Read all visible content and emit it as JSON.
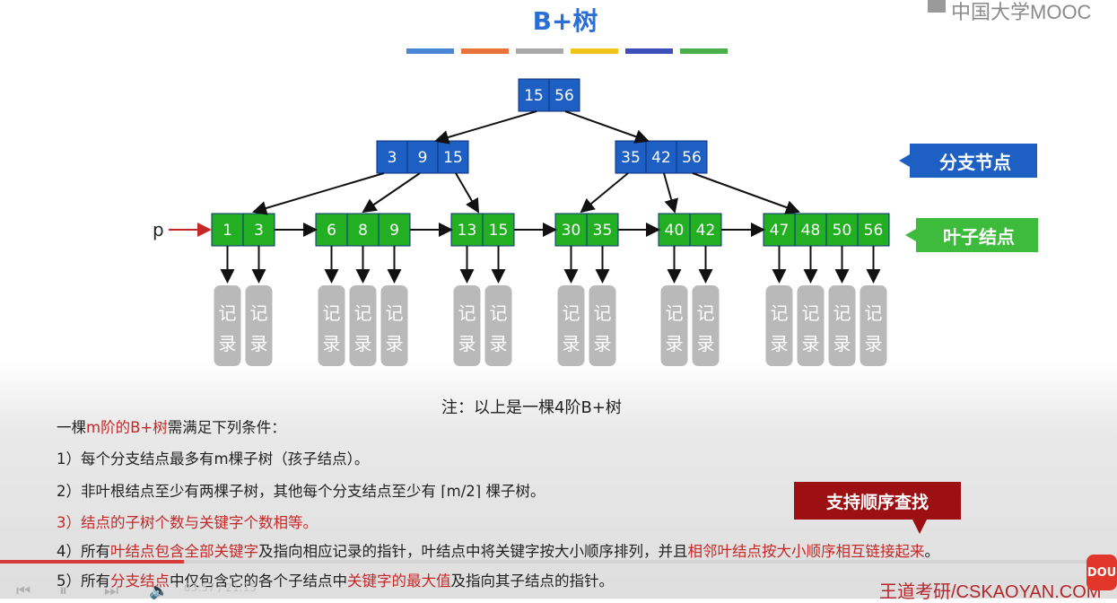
{
  "title": "B+树",
  "logo_text": "中国大学MOOC",
  "color_bar": [
    "#4a86d6",
    "#e8733a",
    "#a8a8a8",
    "#f0c419",
    "#3d4fb8",
    "#4aaf4a"
  ],
  "tree": {
    "root": [
      "15",
      "56"
    ],
    "branches": [
      [
        "3",
        "9",
        "15"
      ],
      [
        "35",
        "42",
        "56"
      ]
    ],
    "leaves": [
      [
        "1",
        "3"
      ],
      [
        "6",
        "8",
        "9"
      ],
      [
        "13",
        "15"
      ],
      [
        "30",
        "35"
      ],
      [
        "40",
        "42"
      ],
      [
        "47",
        "48",
        "50",
        "56"
      ]
    ],
    "record_text": "记录",
    "pointer_label": "p"
  },
  "labels": {
    "branch": "分支节点",
    "leaf": "叶子结点"
  },
  "note": "注：以上是一棵4阶B+树",
  "conditions": {
    "intro": [
      {
        "text": "一棵",
        "red": false
      },
      {
        "text": "m阶的B+树",
        "red": true
      },
      {
        "text": "需满足下列条件：",
        "red": false
      }
    ],
    "items": [
      [
        {
          "text": "1）每个分支结点最多有m棵子树（孩子结点）。",
          "red": false
        }
      ],
      [
        {
          "text": "2）非叶根结点至少有两棵子树，其他每个分支结点至少有 ⌈m/2⌉ 棵子树。",
          "red": false
        }
      ],
      [
        {
          "text": "3）结点的子树个数与关键字个数相等。",
          "red": true
        }
      ],
      [
        {
          "text": "4）所有",
          "red": false
        },
        {
          "text": "叶结点包含全部关键字",
          "red": true
        },
        {
          "text": "及指向相应记录的指针，叶结点中将关键字按大小顺序排列，并且",
          "red": false
        },
        {
          "text": "相邻叶结点按大小顺序相互链接起来",
          "red": true
        },
        {
          "text": "。",
          "red": false
        }
      ],
      [
        {
          "text": "5）所有",
          "red": false
        },
        {
          "text": "分支结点",
          "red": true
        },
        {
          "text": "中仅包含它的各个子结点中",
          "red": false
        },
        {
          "text": "关键字的最大值",
          "red": true
        },
        {
          "text": "及指向其子结点的指针。",
          "red": false
        }
      ]
    ]
  },
  "callout": "支持顺序查找",
  "watermark": "王道考研/CSKAOYAN.COM",
  "player": {
    "time": "03:57 / 21:15",
    "badge": "DOU"
  },
  "colors": {
    "branch_node": "#1e5fc4",
    "leaf_node": "#22b022",
    "record": "#b9b9b9",
    "red_text": "#c62828",
    "callout": "#9c0f12"
  }
}
